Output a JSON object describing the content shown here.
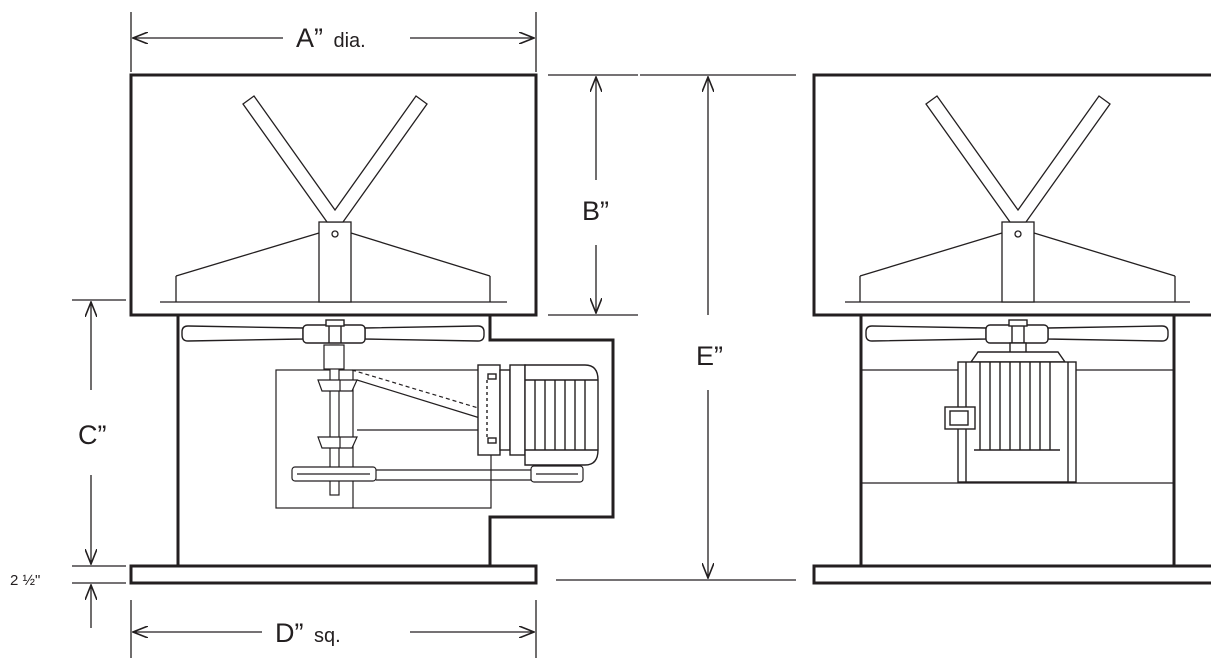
{
  "labels": {
    "a_main": "A”",
    "a_sub": "dia.",
    "b": "B”",
    "c": "C”",
    "d_main": "D”",
    "d_sub": "sq.",
    "e": "E”",
    "base_height": "2 ½\""
  },
  "colors": {
    "line": "#231f20",
    "background": "#ffffff"
  }
}
